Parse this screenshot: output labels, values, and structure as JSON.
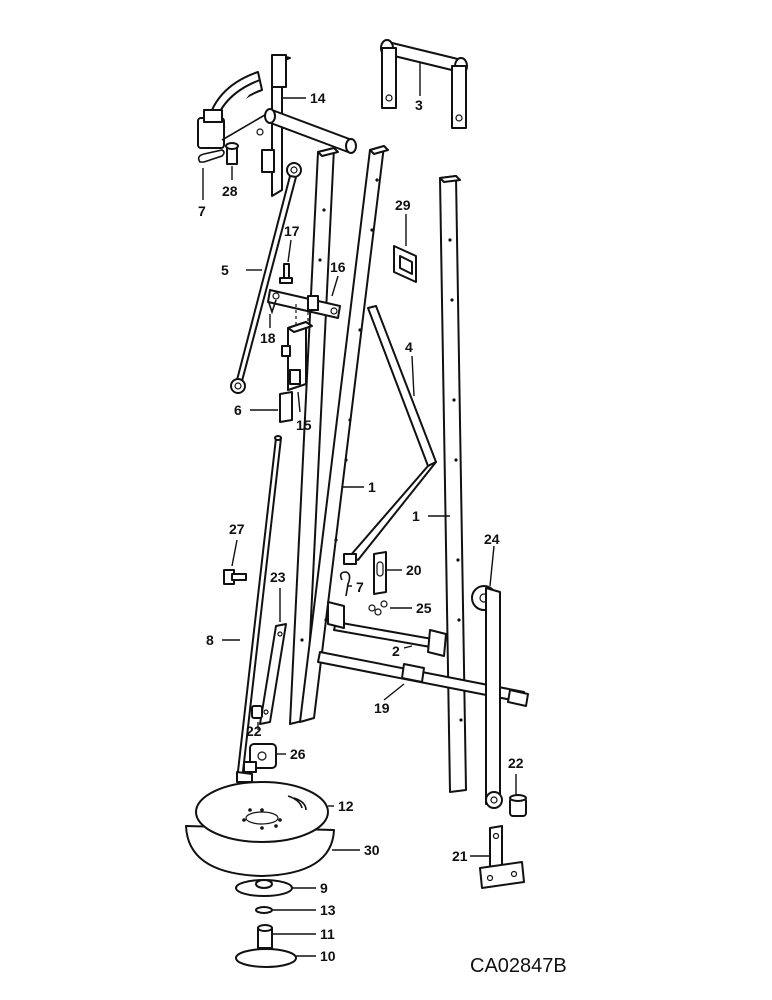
{
  "diagram": {
    "callouts": {
      "c14": "14",
      "c3": "3",
      "c28": "28",
      "c7a": "7",
      "c29": "29",
      "c17": "17",
      "c16": "16",
      "c5": "5",
      "c18": "18",
      "c4": "4",
      "c6": "6",
      "c15": "15",
      "c1a": "1",
      "c1b": "1",
      "c27": "27",
      "c24": "24",
      "c20": "20",
      "c7b": "7",
      "c23": "23",
      "c25": "25",
      "c8": "8",
      "c2": "2",
      "c19": "19",
      "c22a": "22",
      "c26": "26",
      "c22b": "22",
      "c12": "12",
      "c30": "30",
      "c21": "21",
      "c9": "9",
      "c13": "13",
      "c11": "11",
      "c10": "10"
    },
    "drawing_code": "CA02847B"
  }
}
